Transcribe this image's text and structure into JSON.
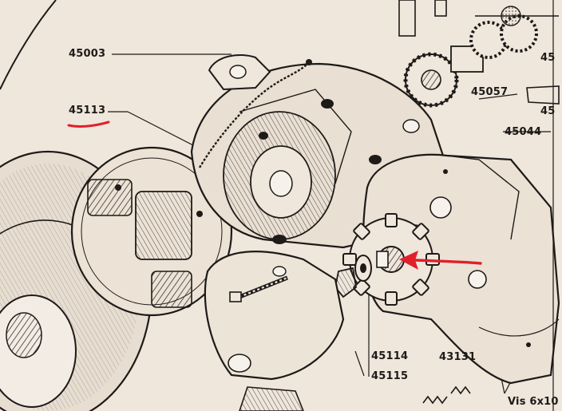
{
  "diagram": {
    "labels": {
      "l45003": "45003",
      "l45113": "45113",
      "l45057": "45057",
      "l45044": "45044",
      "l45114": "45114",
      "l45115": "45115",
      "l43131": "43131",
      "vis": "Vis 6x10",
      "edge_top": "45",
      "edge_mid": "45"
    },
    "annotations": {
      "underline_color": "#e0202a",
      "arrow_color": "#e0202a"
    },
    "colors": {
      "paper": "#efe6dc",
      "ink": "#1d1a17",
      "shade": "#3b342e"
    }
  }
}
